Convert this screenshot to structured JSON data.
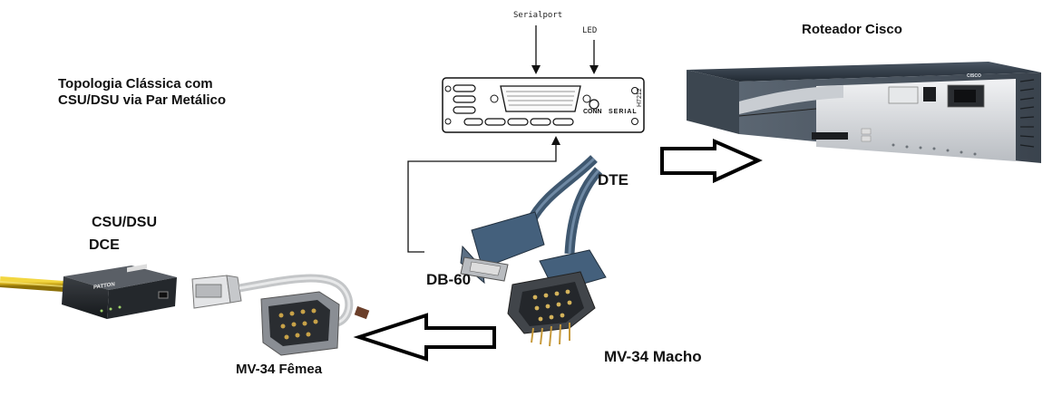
{
  "title": {
    "line1": "Topologia Clássica com",
    "line2": "CSU/DSU via Par Metálico"
  },
  "labels": {
    "router": "Roteador Cisco",
    "serialport": "Serialport",
    "led": "LED",
    "conn": "CONN",
    "serial": "SERIAL",
    "model": "H7212",
    "dte": "DTE",
    "csu_dsu": "CSU/DSU",
    "dce": "DCE",
    "db60": "DB-60",
    "mv34_macho": "MV-34 Macho",
    "mv34_femea": "MV-34 Fêmea",
    "csu_brand": "PATTON",
    "router_brand": "CISCO"
  },
  "colors": {
    "cable_blue": "#3f5870",
    "cable_light": "#c4c6c8",
    "metal": "#8a8e94",
    "router_dark": "#2d3640",
    "router_silver": "#d6d9dd",
    "yellow_cable": "#d6b21c"
  }
}
